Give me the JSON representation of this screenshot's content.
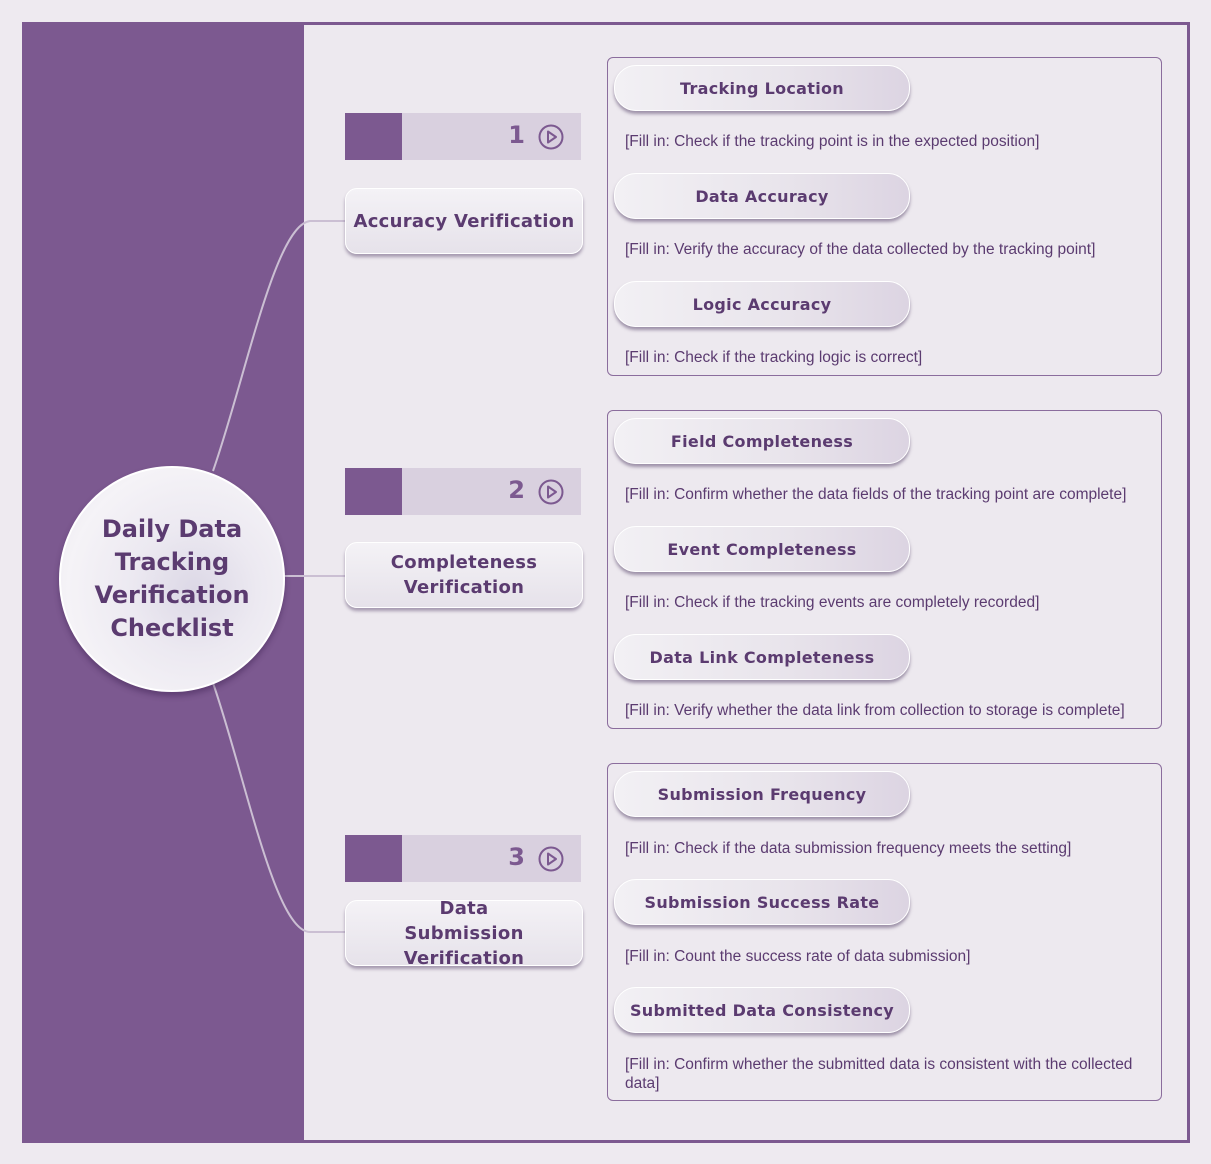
{
  "center": {
    "title": "Daily Data Tracking Verification Checklist"
  },
  "categories": [
    {
      "number": "1",
      "label": "Accuracy Verification",
      "items": [
        {
          "title": "Tracking Location",
          "desc": "[Fill in: Check if the tracking point is in the expected position]"
        },
        {
          "title": "Data Accuracy",
          "desc": "[Fill in: Verify the accuracy of the data collected by the tracking point]"
        },
        {
          "title": "Logic Accuracy",
          "desc": "[Fill in: Check if the tracking logic is correct]"
        }
      ]
    },
    {
      "number": "2",
      "label": "Completeness Verification",
      "items": [
        {
          "title": "Field Completeness",
          "desc": "[Fill in: Confirm whether the data fields of the tracking point are complete]"
        },
        {
          "title": "Event Completeness",
          "desc": "[Fill in: Check if the tracking events are completely recorded]"
        },
        {
          "title": "Data Link Completeness",
          "desc": "[Fill in: Verify whether the data link from collection to storage is complete]"
        }
      ]
    },
    {
      "number": "3",
      "label": "Data Submission Verification",
      "items": [
        {
          "title": "Submission Frequency",
          "desc": "[Fill in: Check if the data submission frequency meets the setting]"
        },
        {
          "title": "Submission Success Rate",
          "desc": "[Fill in: Count the success rate of data submission]"
        },
        {
          "title": "Submitted Data Consistency",
          "desc": "[Fill in: Confirm whether the submitted data is consistent with the collected data]"
        }
      ]
    }
  ],
  "colors": {
    "accent": "#7c5990",
    "text": "#5b3b70",
    "panel": "#ede9ef"
  },
  "icons": {
    "play": "play-circle-icon"
  }
}
